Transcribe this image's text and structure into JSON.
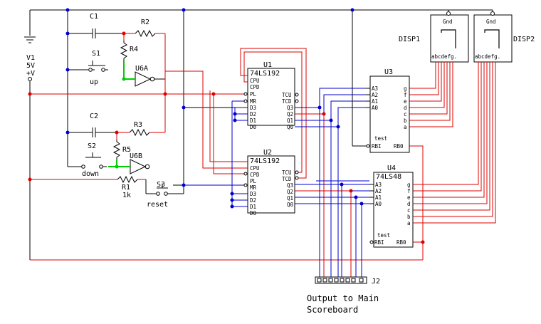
{
  "colors": {
    "red": "#dd0000",
    "blue": "#0000cc",
    "green": "#00cc00",
    "black": "#000000"
  },
  "power": {
    "name": "V1",
    "voltage": "5V",
    "terminal": "+V"
  },
  "capacitors": [
    "C1",
    "C2"
  ],
  "resistors": {
    "r1": "R1",
    "r1_value": "1k",
    "r2": "R2",
    "r3": "R3",
    "r4": "R4",
    "r5": "R5"
  },
  "switches": {
    "s1": "S1",
    "s1_caption": "up",
    "s2": "S2",
    "s2_caption": "down",
    "s3": "S3",
    "s3_caption": "reset"
  },
  "inverters": [
    "U6A",
    "U6B"
  ],
  "counters": [
    {
      "ref": "U1",
      "part": "74LS192",
      "left_pins": [
        "CPU",
        "CPD",
        "PL",
        "MR",
        "D3",
        "D2",
        "D1",
        "D0"
      ],
      "right_pins": [
        "TCU",
        "TCD",
        "Q3",
        "Q2",
        "Q1",
        "Q0"
      ]
    },
    {
      "ref": "U2",
      "part": "74LS192",
      "left_pins": [
        "CPU",
        "CPD",
        "PL",
        "MR",
        "D3",
        "D2",
        "D1",
        "D0"
      ],
      "right_pins": [
        "TCU",
        "TCD",
        "Q3",
        "Q2",
        "Q1",
        "Q0"
      ]
    }
  ],
  "decoders": [
    {
      "ref": "U3",
      "part": "",
      "inputs": [
        "A3",
        "A2",
        "A1",
        "A0"
      ],
      "outputs": [
        "g",
        "f",
        "e",
        "d",
        "c",
        "b",
        "a"
      ],
      "extra_pins": [
        "test",
        "RBI",
        "RB0"
      ]
    },
    {
      "ref": "U4",
      "part": "74LS48",
      "inputs": [
        "A3",
        "A2",
        "A1",
        "A0"
      ],
      "outputs": [
        "g",
        "f",
        "e",
        "d",
        "c",
        "b",
        "a"
      ],
      "extra_pins": [
        "test",
        "RBI",
        "RB0"
      ]
    }
  ],
  "displays": [
    {
      "ref": "DISP1",
      "gnd": "Gnd",
      "segments": "abcdefg."
    },
    {
      "ref": "DISP2",
      "gnd": "Gnd",
      "segments": "abcdefg."
    }
  ],
  "connector": {
    "ref": "J2",
    "caption_line1": "Output to Main",
    "caption_line2": "Scoreboard"
  }
}
